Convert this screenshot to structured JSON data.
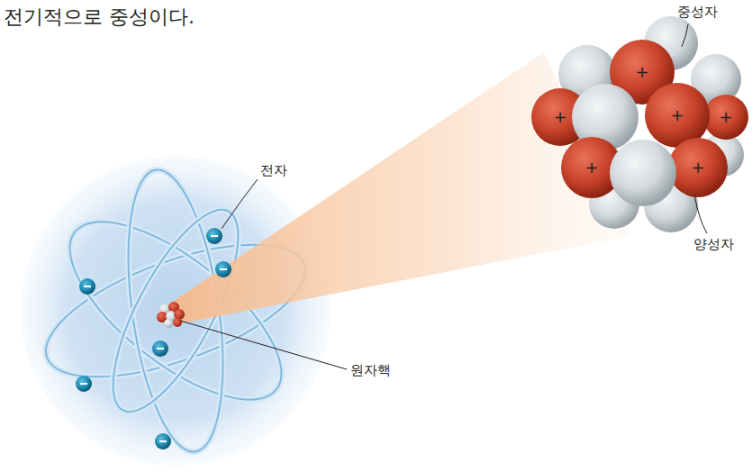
{
  "diagram": {
    "labels": [
      "전기적으로 중성이다.",
      "중성자",
      "양성자",
      "전자",
      "원자핵",
      "+",
      "+",
      "+",
      "+",
      "+",
      "+"
    ]
  }
}
